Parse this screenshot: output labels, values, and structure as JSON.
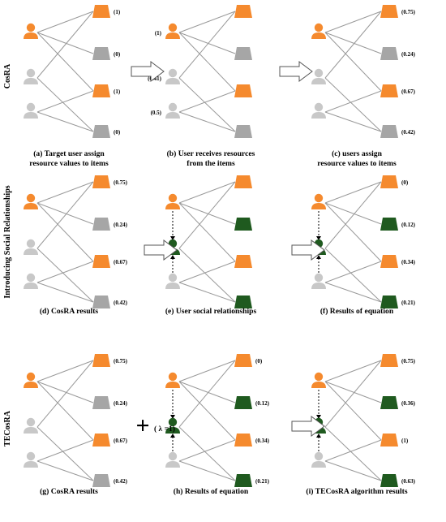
{
  "colors": {
    "orange": "#f58a2e",
    "gray": "#a6a6a6",
    "light_gray": "#c8c8c8",
    "green": "#1f5a1f",
    "edge": "#999999"
  },
  "rows": [
    {
      "label": "CosRA"
    },
    {
      "label": "Introducing Social Relationships"
    },
    {
      "label": "TECosRA"
    }
  ],
  "panels": [
    {
      "id": "a",
      "caption": [
        "(a) Target user assign",
        "resource values to items"
      ],
      "users": [
        {
          "color": "orange",
          "value": ""
        },
        {
          "color": "light_gray",
          "value": ""
        },
        {
          "color": "light_gray",
          "value": ""
        }
      ],
      "items": [
        {
          "color": "orange",
          "value": "(1)"
        },
        {
          "color": "gray",
          "value": "(0)"
        },
        {
          "color": "orange",
          "value": "(1)"
        },
        {
          "color": "gray",
          "value": "(0)"
        }
      ]
    },
    {
      "id": "b",
      "caption": [
        "(b) User receives resources",
        "from the items"
      ],
      "users": [
        {
          "color": "orange",
          "value": "(1)"
        },
        {
          "color": "light_gray",
          "value": "(0.41)"
        },
        {
          "color": "light_gray",
          "value": "(0.5)"
        }
      ],
      "items": [
        {
          "color": "orange",
          "value": ""
        },
        {
          "color": "gray",
          "value": ""
        },
        {
          "color": "orange",
          "value": ""
        },
        {
          "color": "gray",
          "value": ""
        }
      ]
    },
    {
      "id": "c",
      "caption": [
        "(c) users assign",
        "resource values to items"
      ],
      "users": [
        {
          "color": "orange",
          "value": ""
        },
        {
          "color": "light_gray",
          "value": ""
        },
        {
          "color": "light_gray",
          "value": ""
        }
      ],
      "items": [
        {
          "color": "orange",
          "value": "(0.75)"
        },
        {
          "color": "gray",
          "value": "(0.24)"
        },
        {
          "color": "orange",
          "value": "(0.67)"
        },
        {
          "color": "gray",
          "value": "(0.42)"
        }
      ]
    },
    {
      "id": "d",
      "caption": [
        "(d) CosRA results"
      ],
      "users": [
        {
          "color": "orange",
          "value": ""
        },
        {
          "color": "light_gray",
          "value": ""
        },
        {
          "color": "light_gray",
          "value": ""
        }
      ],
      "items": [
        {
          "color": "orange",
          "value": "(0.75)"
        },
        {
          "color": "gray",
          "value": "(0.24)"
        },
        {
          "color": "orange",
          "value": "(0.67)"
        },
        {
          "color": "gray",
          "value": "(0.42)"
        }
      ]
    },
    {
      "id": "e",
      "caption": [
        "(e) User social relationships"
      ],
      "social": true,
      "users": [
        {
          "color": "orange",
          "value": ""
        },
        {
          "color": "green",
          "value": ""
        },
        {
          "color": "light_gray",
          "value": ""
        }
      ],
      "items": [
        {
          "color": "orange",
          "value": ""
        },
        {
          "color": "green",
          "value": ""
        },
        {
          "color": "orange",
          "value": ""
        },
        {
          "color": "green",
          "value": ""
        }
      ]
    },
    {
      "id": "f",
      "caption": [
        "(f) Results of equation"
      ],
      "social": true,
      "users": [
        {
          "color": "orange",
          "value": ""
        },
        {
          "color": "green",
          "value": ""
        },
        {
          "color": "light_gray",
          "value": ""
        }
      ],
      "items": [
        {
          "color": "orange",
          "value": "(0)"
        },
        {
          "color": "green",
          "value": "(0.12)"
        },
        {
          "color": "orange",
          "value": "(0.34)"
        },
        {
          "color": "green",
          "value": "(0.21)"
        }
      ]
    },
    {
      "id": "g",
      "caption": [
        "(g) CosRA results"
      ],
      "users": [
        {
          "color": "orange",
          "value": ""
        },
        {
          "color": "light_gray",
          "value": ""
        },
        {
          "color": "light_gray",
          "value": ""
        }
      ],
      "items": [
        {
          "color": "orange",
          "value": "(0.75)"
        },
        {
          "color": "gray",
          "value": "(0.24)"
        },
        {
          "color": "orange",
          "value": "(0.67)"
        },
        {
          "color": "gray",
          "value": "(0.42)"
        }
      ]
    },
    {
      "id": "h",
      "caption": [
        "(h) Results of equation"
      ],
      "social": true,
      "users": [
        {
          "color": "orange",
          "value": ""
        },
        {
          "color": "green",
          "value": ""
        },
        {
          "color": "light_gray",
          "value": ""
        }
      ],
      "items": [
        {
          "color": "orange",
          "value": "(0)"
        },
        {
          "color": "green",
          "value": "(0.12)"
        },
        {
          "color": "orange",
          "value": "(0.34)"
        },
        {
          "color": "green",
          "value": "(0.21)"
        }
      ]
    },
    {
      "id": "i",
      "caption": [
        "(i) TECosRA algorithm results"
      ],
      "social": true,
      "users": [
        {
          "color": "orange",
          "value": ""
        },
        {
          "color": "green",
          "value": ""
        },
        {
          "color": "light_gray",
          "value": ""
        }
      ],
      "items": [
        {
          "color": "orange",
          "value": "(0.75)"
        },
        {
          "color": "green",
          "value": "(0.36)"
        },
        {
          "color": "orange",
          "value": "(1)"
        },
        {
          "color": "green",
          "value": "(0.63)"
        }
      ]
    }
  ],
  "edges": [
    [
      0,
      0
    ],
    [
      0,
      1
    ],
    [
      0,
      2
    ],
    [
      1,
      0
    ],
    [
      1,
      3
    ],
    [
      2,
      2
    ],
    [
      2,
      3
    ]
  ],
  "combine": {
    "symbol": "+",
    "label": "( λ =1)"
  }
}
